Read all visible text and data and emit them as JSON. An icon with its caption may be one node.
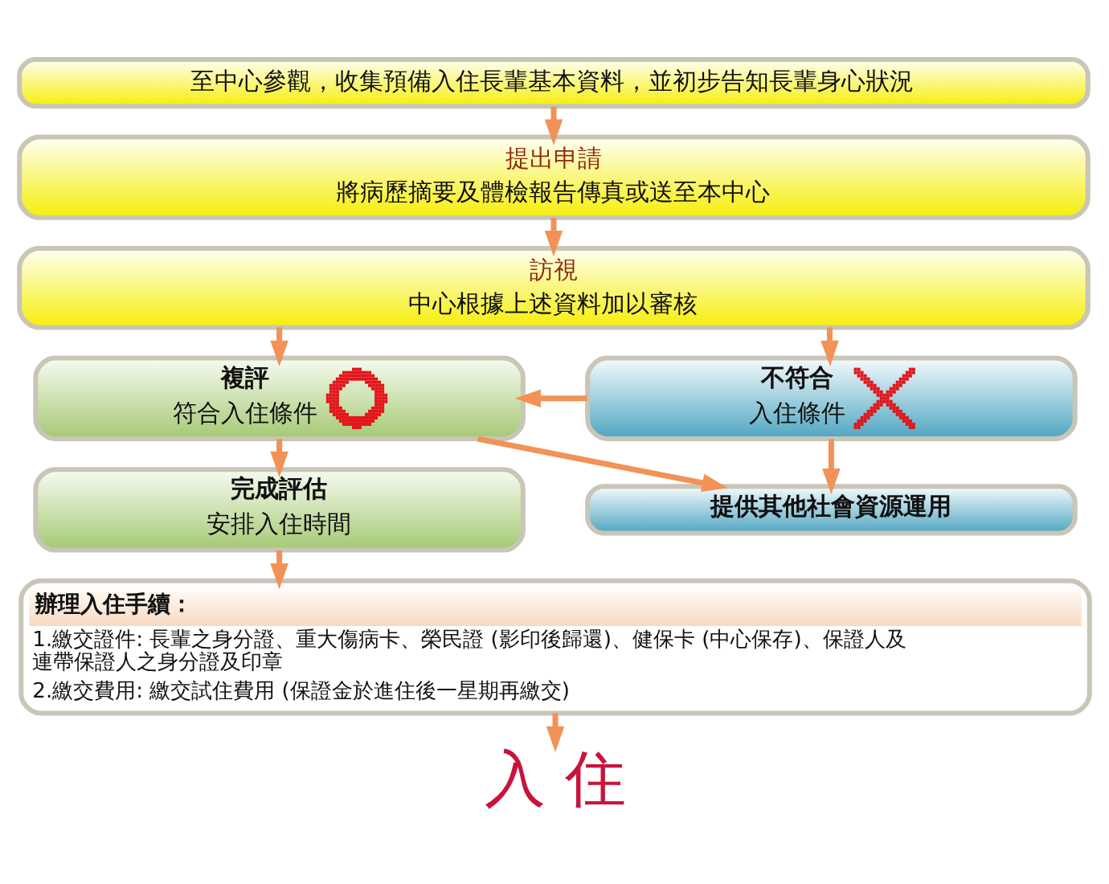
{
  "diagram": {
    "nodes": [
      {
        "text": [
          "至中心參觀，收集預備入住長輩基本資料，並初步告知長輩身心狀況"
        ]
      },
      {
        "text": [
          "提出申請",
          "將病歷摘要及體檢報告傳真或送至本中心"
        ]
      },
      {
        "text": [
          "訪視",
          "中心根據上述資料加以審核"
        ]
      },
      {
        "text": [
          "複評",
          "符合入住條件"
        ]
      },
      {
        "text": [
          "不符合",
          "入住條件"
        ]
      },
      {
        "text": [
          "完成評估",
          "安排入住時間"
        ]
      },
      {
        "text": [
          "提供其他社會資源運用"
        ]
      },
      {
        "text": [
          "辦理入住手續：",
          "1.繳交證件: 長輩之身分證、重大傷病卡、榮民證 (影印後歸還)、健保卡 (中心保存)、保證人及連帶保證人之身分證及印章",
          "2.繳交費用: 繳交試住費用 (保證金於進住後一星期再繳交)"
        ]
      },
      {
        "text": [
          "入 住"
        ]
      }
    ],
    "edges": [
      {
        "from": 0,
        "to": 1,
        "arrow": "to"
      },
      {
        "from": 1,
        "to": 2,
        "arrow": "to"
      },
      {
        "from": 2,
        "to": 3,
        "arrow": "to"
      },
      {
        "from": 2,
        "to": 4,
        "arrow": "to"
      },
      {
        "from": 4,
        "to": 3,
        "arrow": "to"
      },
      {
        "from": 3,
        "to": 6,
        "arrow": "to"
      },
      {
        "from": 3,
        "to": 5,
        "arrow": "to"
      },
      {
        "from": 4,
        "to": 6,
        "arrow": "to"
      },
      {
        "from": 5,
        "to": 7,
        "arrow": "to"
      },
      {
        "from": 7,
        "to": 8,
        "arrow": "to"
      }
    ]
  }
}
